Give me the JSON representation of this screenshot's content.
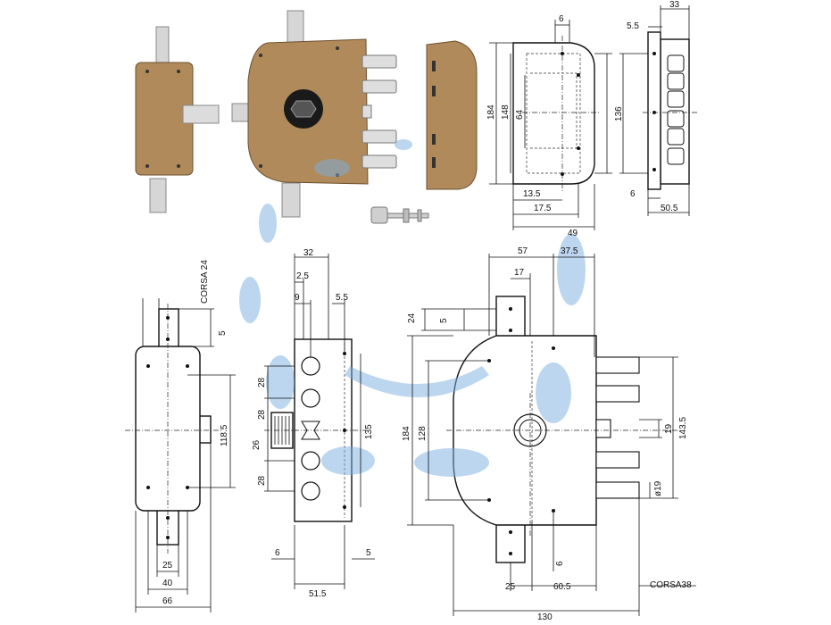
{
  "colors": {
    "lock_case": "#b08a5a",
    "lock_case_dark": "#8a6a40",
    "chrome": "#d8d8d8",
    "steel": "#cfcfcf",
    "line": "#111111",
    "watermark": "#7aaee0"
  },
  "icons": [
    "lock-photo",
    "key-icon",
    "watermark-shape"
  ],
  "dims": {
    "top_side": {
      "d6": "6",
      "d55": "5.5",
      "d33": "33",
      "d184": "184",
      "d148": "148",
      "d64": "64",
      "d136": "136",
      "d135": "13.5",
      "d175": "17.5",
      "d49": "49",
      "d6b": "6",
      "d505": "50.5"
    },
    "left": {
      "corsa24": "CORSA 24",
      "d5": "5",
      "d1185": "118.5",
      "d25": "25",
      "d40": "40",
      "d66": "66"
    },
    "middle": {
      "d32": "32",
      "d25": "2.5",
      "d9": "9",
      "d55": "5.5",
      "d28a": "28",
      "d26": "26",
      "d28b": "28",
      "d28c": "28",
      "d135": "135",
      "d6": "6",
      "d5": "5",
      "d515": "51.5"
    },
    "right": {
      "d57": "57",
      "d375": "37.5",
      "d17": "17",
      "d24": "24",
      "d5": "5",
      "d184": "184",
      "d128": "128",
      "d19": "19",
      "d1435": "143.5",
      "phi19": "ø19",
      "d6": "6",
      "d25": "25",
      "d605": "60.5",
      "corsa38": "CORSA38",
      "d130": "130"
    }
  }
}
